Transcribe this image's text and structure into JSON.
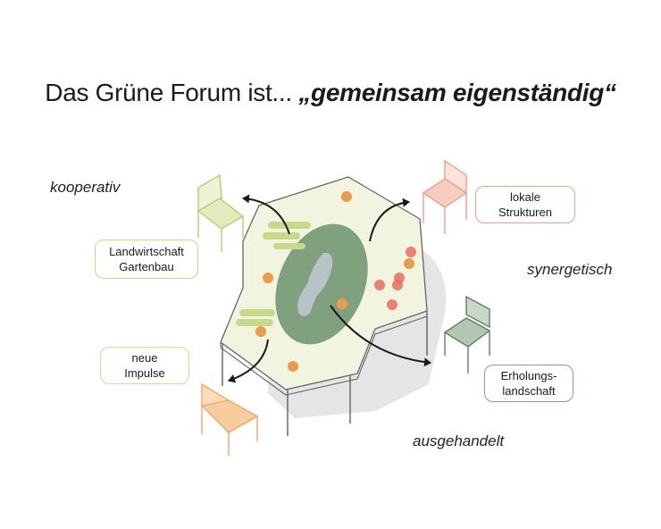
{
  "title": {
    "lead": "Das Grüne Forum ist...",
    "emphasis": "„gemeinsam eigenständig“"
  },
  "side_labels": {
    "kooperativ": "kooperativ",
    "synergetisch": "synergetisch",
    "ausgehandelt": "ausgehandelt"
  },
  "boxes": {
    "landwirtschaft": {
      "line1": "Landwirtschaft",
      "line2": "Gartenbau",
      "color": "#c9d98a"
    },
    "lokale": {
      "line1": "lokale",
      "line2": "Strukturen",
      "color": "#f0a08a"
    },
    "impulse": {
      "line1": "neue",
      "line2": "Impulse",
      "color": "#f1cf8a"
    },
    "erholung": {
      "line1": "Erholungs-",
      "line2": "landschaft",
      "color": "#7fa586"
    }
  },
  "colors": {
    "table_top": "#f1f4de",
    "lake": "#7fa17e",
    "water": "#b6c3c7",
    "shadow": "#e4e4e4",
    "orange_dot": "#ec9a4b",
    "red_dot": "#ec6b5a",
    "chair_lime": "#c8d98a",
    "chair_coral": "#efa089",
    "chair_green": "#6d8f6f",
    "chair_orange": "#eda965"
  }
}
